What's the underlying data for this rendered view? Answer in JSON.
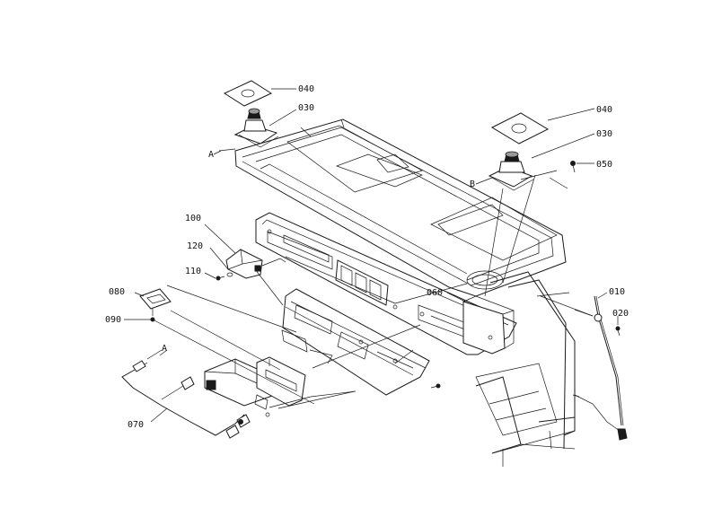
{
  "parts": [
    {
      "id": "p040a",
      "label": "040"
    },
    {
      "id": "p030a",
      "label": "030"
    },
    {
      "id": "p040b",
      "label": "040"
    },
    {
      "id": "p030b",
      "label": "030"
    },
    {
      "id": "p050",
      "label": "050"
    },
    {
      "id": "p100",
      "label": "100"
    },
    {
      "id": "p120",
      "label": "120"
    },
    {
      "id": "p110",
      "label": "110"
    },
    {
      "id": "p080",
      "label": "080"
    },
    {
      "id": "p090",
      "label": "090"
    },
    {
      "id": "p060",
      "label": "060"
    },
    {
      "id": "p010",
      "label": "010"
    },
    {
      "id": "p020",
      "label": "020"
    },
    {
      "id": "p070",
      "label": "070"
    }
  ],
  "markers": [
    {
      "id": "mA1",
      "label": "A"
    },
    {
      "id": "mB",
      "label": "B"
    },
    {
      "id": "mA2",
      "label": "A"
    }
  ]
}
